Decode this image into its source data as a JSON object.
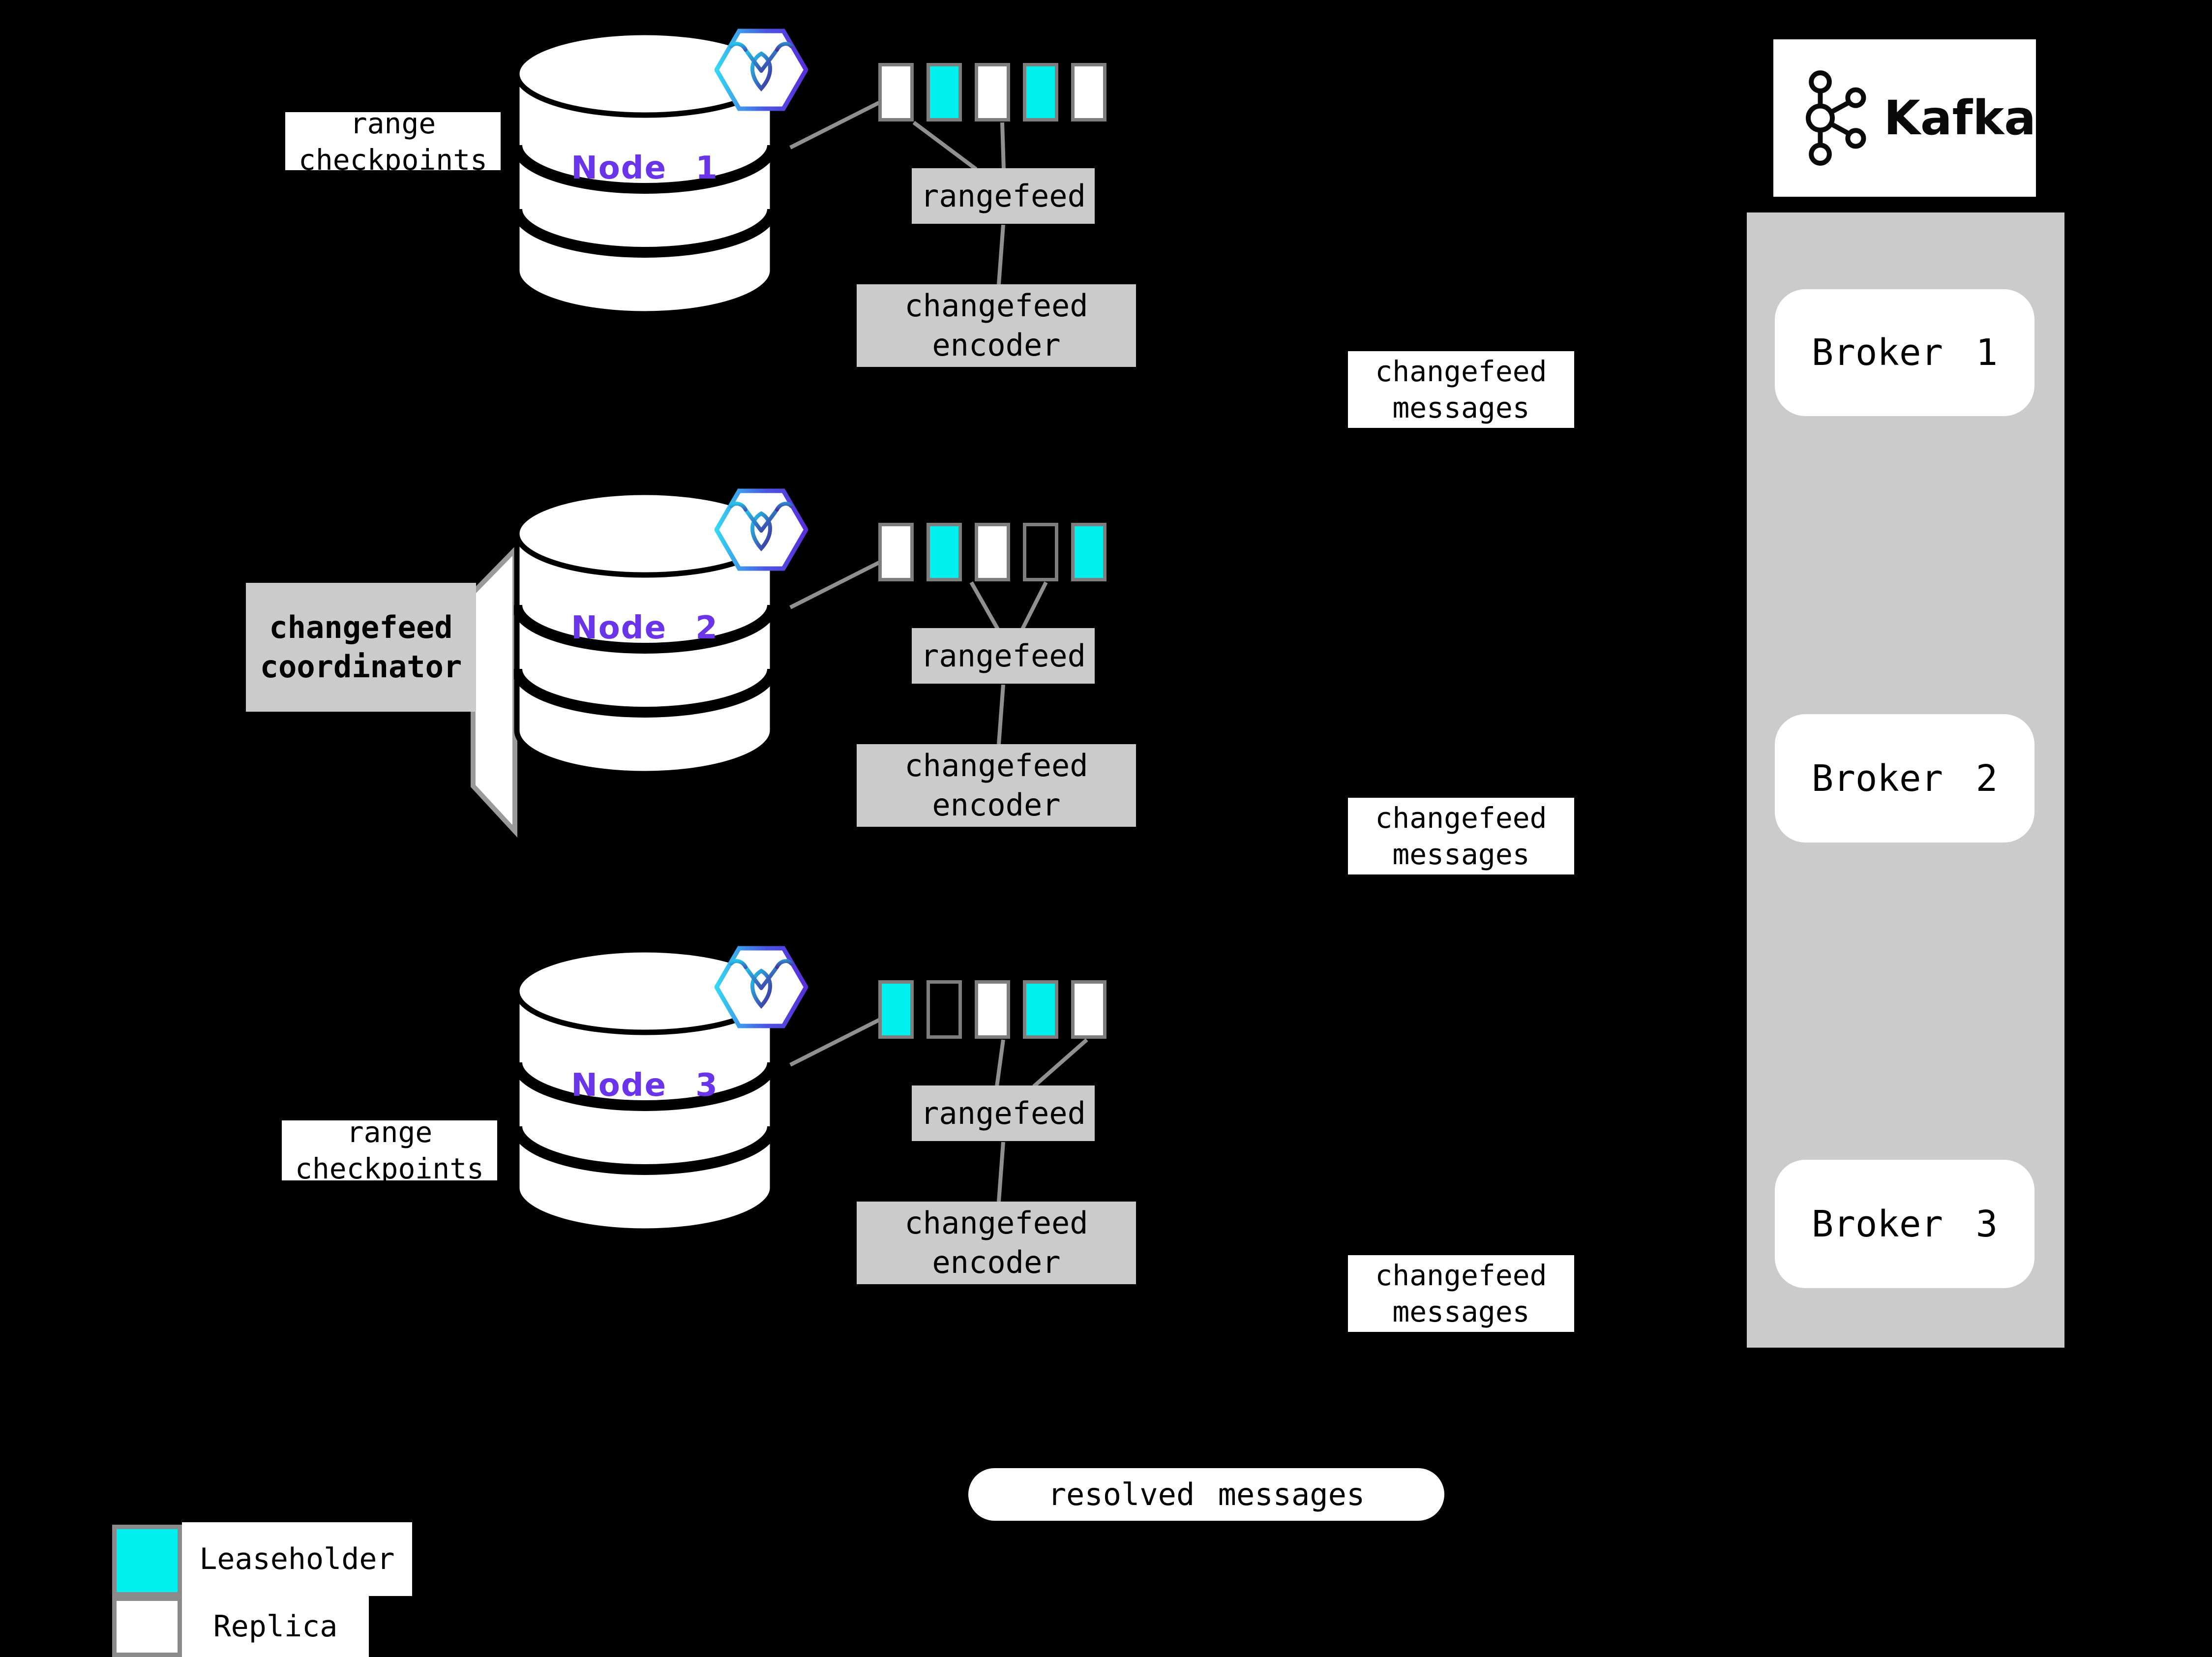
{
  "colors": {
    "leaseholder": "#00F0F0",
    "replica": "#FFFFFF",
    "gray_fill": "#CBCBCB",
    "box_border": "#7E7E7E",
    "connector_line": "#909090",
    "node_purple": "#6A35E8",
    "background": "#000000"
  },
  "labels": {
    "range_checkpoints": [
      "range",
      "checkpoints"
    ],
    "rangefeed": "rangefeed",
    "changefeed_encoder": [
      "changefeed",
      "encoder"
    ],
    "changefeed_messages": [
      "changefeed",
      "messages"
    ],
    "changefeed_coordinator": [
      "changefeed",
      "coordinator"
    ],
    "resolved_messages": "resolved messages"
  },
  "nodes": [
    {
      "label": "Node 1",
      "ranges": [
        "replica",
        "leaseholder",
        "replica",
        "leaseholder",
        "replica"
      ]
    },
    {
      "label": "Node 2",
      "ranges": [
        "replica",
        "leaseholder",
        "replica",
        "empty",
        "leaseholder"
      ]
    },
    {
      "label": "Node 3",
      "ranges": [
        "leaseholder",
        "empty",
        "replica",
        "leaseholder",
        "replica"
      ]
    }
  ],
  "kafka": {
    "title": "Kafka",
    "brokers": [
      "Broker 1",
      "Broker 2",
      "Broker 3"
    ]
  },
  "legend": {
    "items": [
      {
        "label": "Leaseholder",
        "key": "leaseholder"
      },
      {
        "label": "Replica",
        "key": "replica"
      }
    ]
  }
}
